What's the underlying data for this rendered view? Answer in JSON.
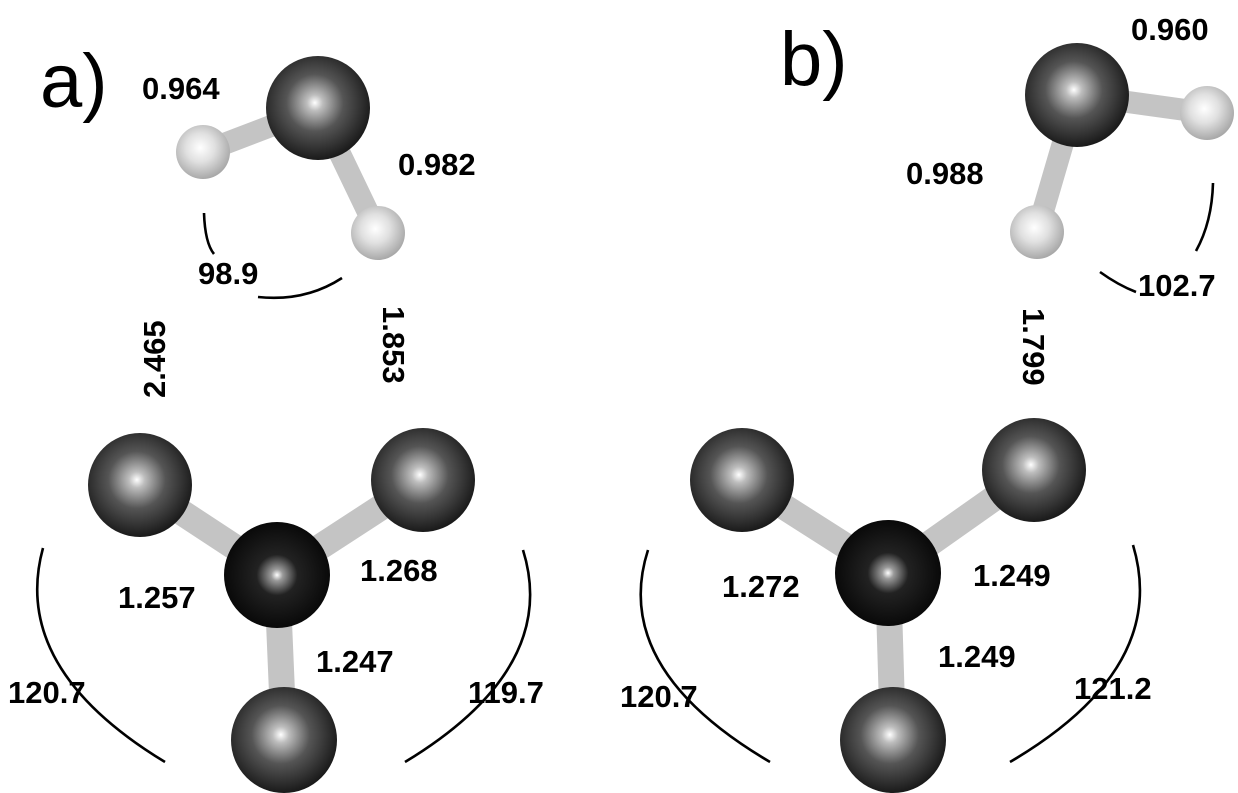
{
  "panels": [
    {
      "label": "a)",
      "water": {
        "oh_upper": "0.964",
        "oh_lower": "0.982",
        "hoh_angle": "98.9"
      },
      "hbonds": {
        "left": "2.465",
        "right": "1.853"
      },
      "anion": {
        "co_left": "1.257",
        "co_right": "1.268",
        "co_bottom": "1.247",
        "oco_left": "120.7",
        "oco_right": "119.7"
      }
    },
    {
      "label": "b)",
      "water": {
        "oh_upper": "0.960",
        "oh_lower": "0.988",
        "hoh_angle": "102.7"
      },
      "hbonds": {
        "right": "1.799"
      },
      "anion": {
        "co_left": "1.272",
        "co_right": "1.249",
        "co_bottom": "1.249",
        "oco_left": "120.7",
        "oco_right": "121.2"
      }
    }
  ],
  "colors": {
    "oxygen": "#3a3a3a",
    "carbon": "#111111",
    "hydrogen": "#cfcfcf",
    "bond": "#c4c4c4",
    "ink": "#000000"
  }
}
